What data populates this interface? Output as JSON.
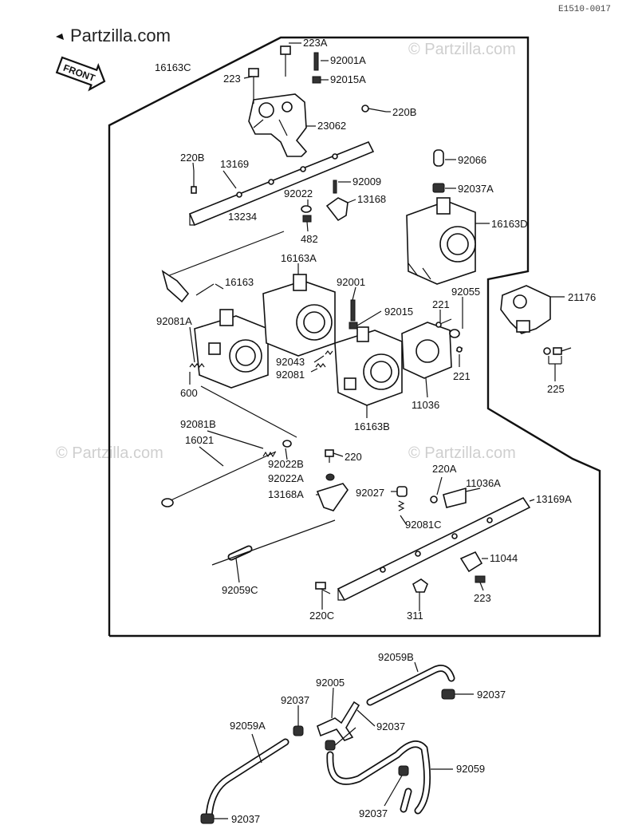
{
  "diagram": {
    "code": "E1510-0017",
    "watermark_logo": "Partzilla.com",
    "watermark_text": "© Partzilla.com",
    "front_label": "FRONT",
    "labels": {
      "p16163C": "16163C",
      "p223A": "223A",
      "p92001A": "92001A",
      "p223": "223",
      "p92015A": "92015A",
      "p220B_top": "220B",
      "p23062": "23062",
      "p220B_left": "220B",
      "p13169": "13169",
      "p92009": "92009",
      "p92066": "92066",
      "p92022": "92022",
      "p13168": "13168",
      "p92037A": "92037A",
      "p13234": "13234",
      "p482": "482",
      "p16163D": "16163D",
      "p16163A": "16163A",
      "p16163": "16163",
      "p92001": "92001",
      "p92055": "92055",
      "p21176": "21176",
      "p221_top": "221",
      "p92081A": "92081A",
      "p92015": "92015",
      "p92043": "92043",
      "p92081": "92081",
      "p221_bot": "221",
      "p225": "225",
      "p600": "600",
      "p11036": "11036",
      "p16163B": "16163B",
      "p92081B": "92081B",
      "p16021": "16021",
      "p220": "220",
      "p92022B": "92022B",
      "p92022A": "92022A",
      "p220A": "220A",
      "p11036A": "11036A",
      "p13168A": "13168A",
      "p92027": "92027",
      "p13169A": "13169A",
      "p92081C": "92081C",
      "p11044": "11044",
      "p92059C": "92059C",
      "p223_bot": "223",
      "p220C": "220C",
      "p311": "311",
      "p92059B": "92059B",
      "p92005": "92005",
      "p92037_a": "92037",
      "p92037_b": "92037",
      "p92059A": "92059A",
      "p92037_c": "92037",
      "p92059": "92059",
      "p92037_d": "92037",
      "p92037_e": "92037"
    }
  }
}
